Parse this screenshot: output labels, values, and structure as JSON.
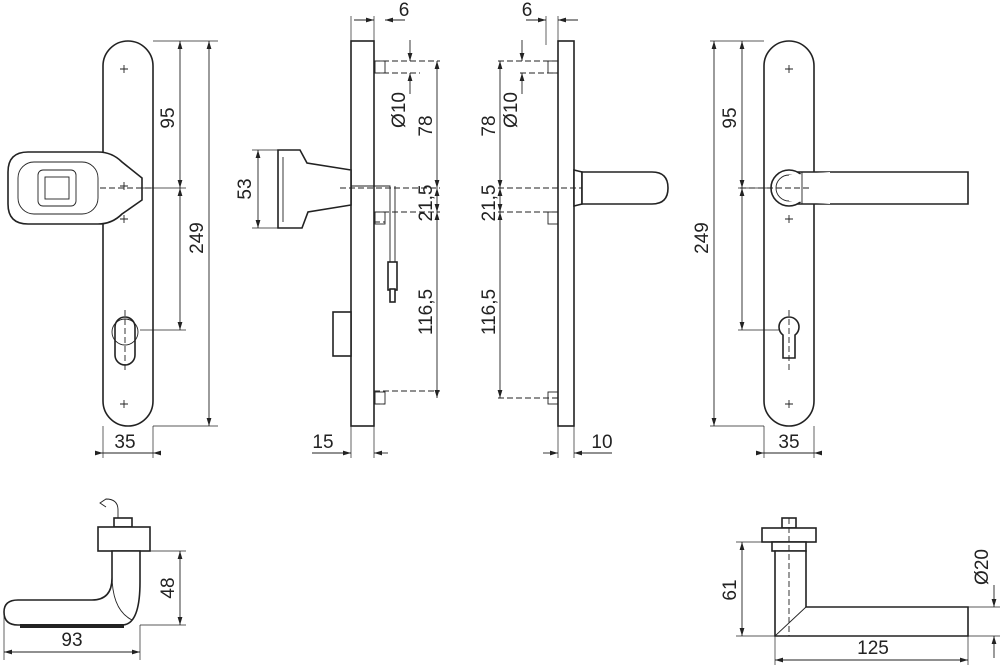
{
  "dimensions": {
    "front_left_width": "35",
    "front_left_upper": "95",
    "front_left_total": "249",
    "side_left_depth": "15",
    "side_left_top_offset": "6",
    "side_left_bore": "Ø10",
    "side_left_upper": "78",
    "side_left_middle": "21,5",
    "side_left_lower": "116,5",
    "side_left_scanner": "53",
    "side_right_top_offset": "6",
    "side_right_bore": "Ø10",
    "side_right_upper": "78",
    "side_right_middle": "21,5",
    "side_right_lower": "116,5",
    "side_right_depth": "10",
    "front_right_upper": "95",
    "front_right_total": "249",
    "front_right_width": "35",
    "bottom_left_length": "93",
    "bottom_left_height": "48",
    "bottom_right_length": "125",
    "bottom_right_height": "61",
    "bottom_right_diameter": "Ø20"
  }
}
